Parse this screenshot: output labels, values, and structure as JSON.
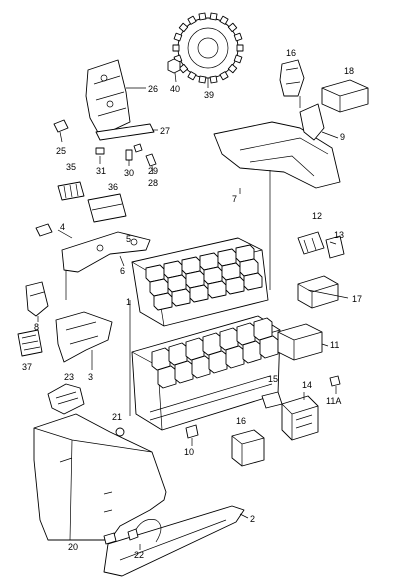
{
  "callouts": {
    "c1": "1",
    "c2": "2",
    "c3": "3",
    "c4": "4",
    "c5": "5",
    "c6": "6",
    "c7": "7",
    "c8": "8",
    "c9": "9",
    "c10": "10",
    "c11": "11",
    "c11a": "11A",
    "c12": "12",
    "c13": "13",
    "c14": "14",
    "c15": "15",
    "c16a": "16",
    "c16b": "16",
    "c17": "17",
    "c18": "18",
    "c20": "20",
    "c21": "21",
    "c22": "22",
    "c23": "23",
    "c25": "25",
    "c26": "26",
    "c27": "27",
    "c28": "28",
    "c29": "29",
    "c30": "30",
    "c31": "31",
    "c35": "35",
    "c36": "36",
    "c37": "37",
    "c39": "39",
    "c40": "40"
  }
}
